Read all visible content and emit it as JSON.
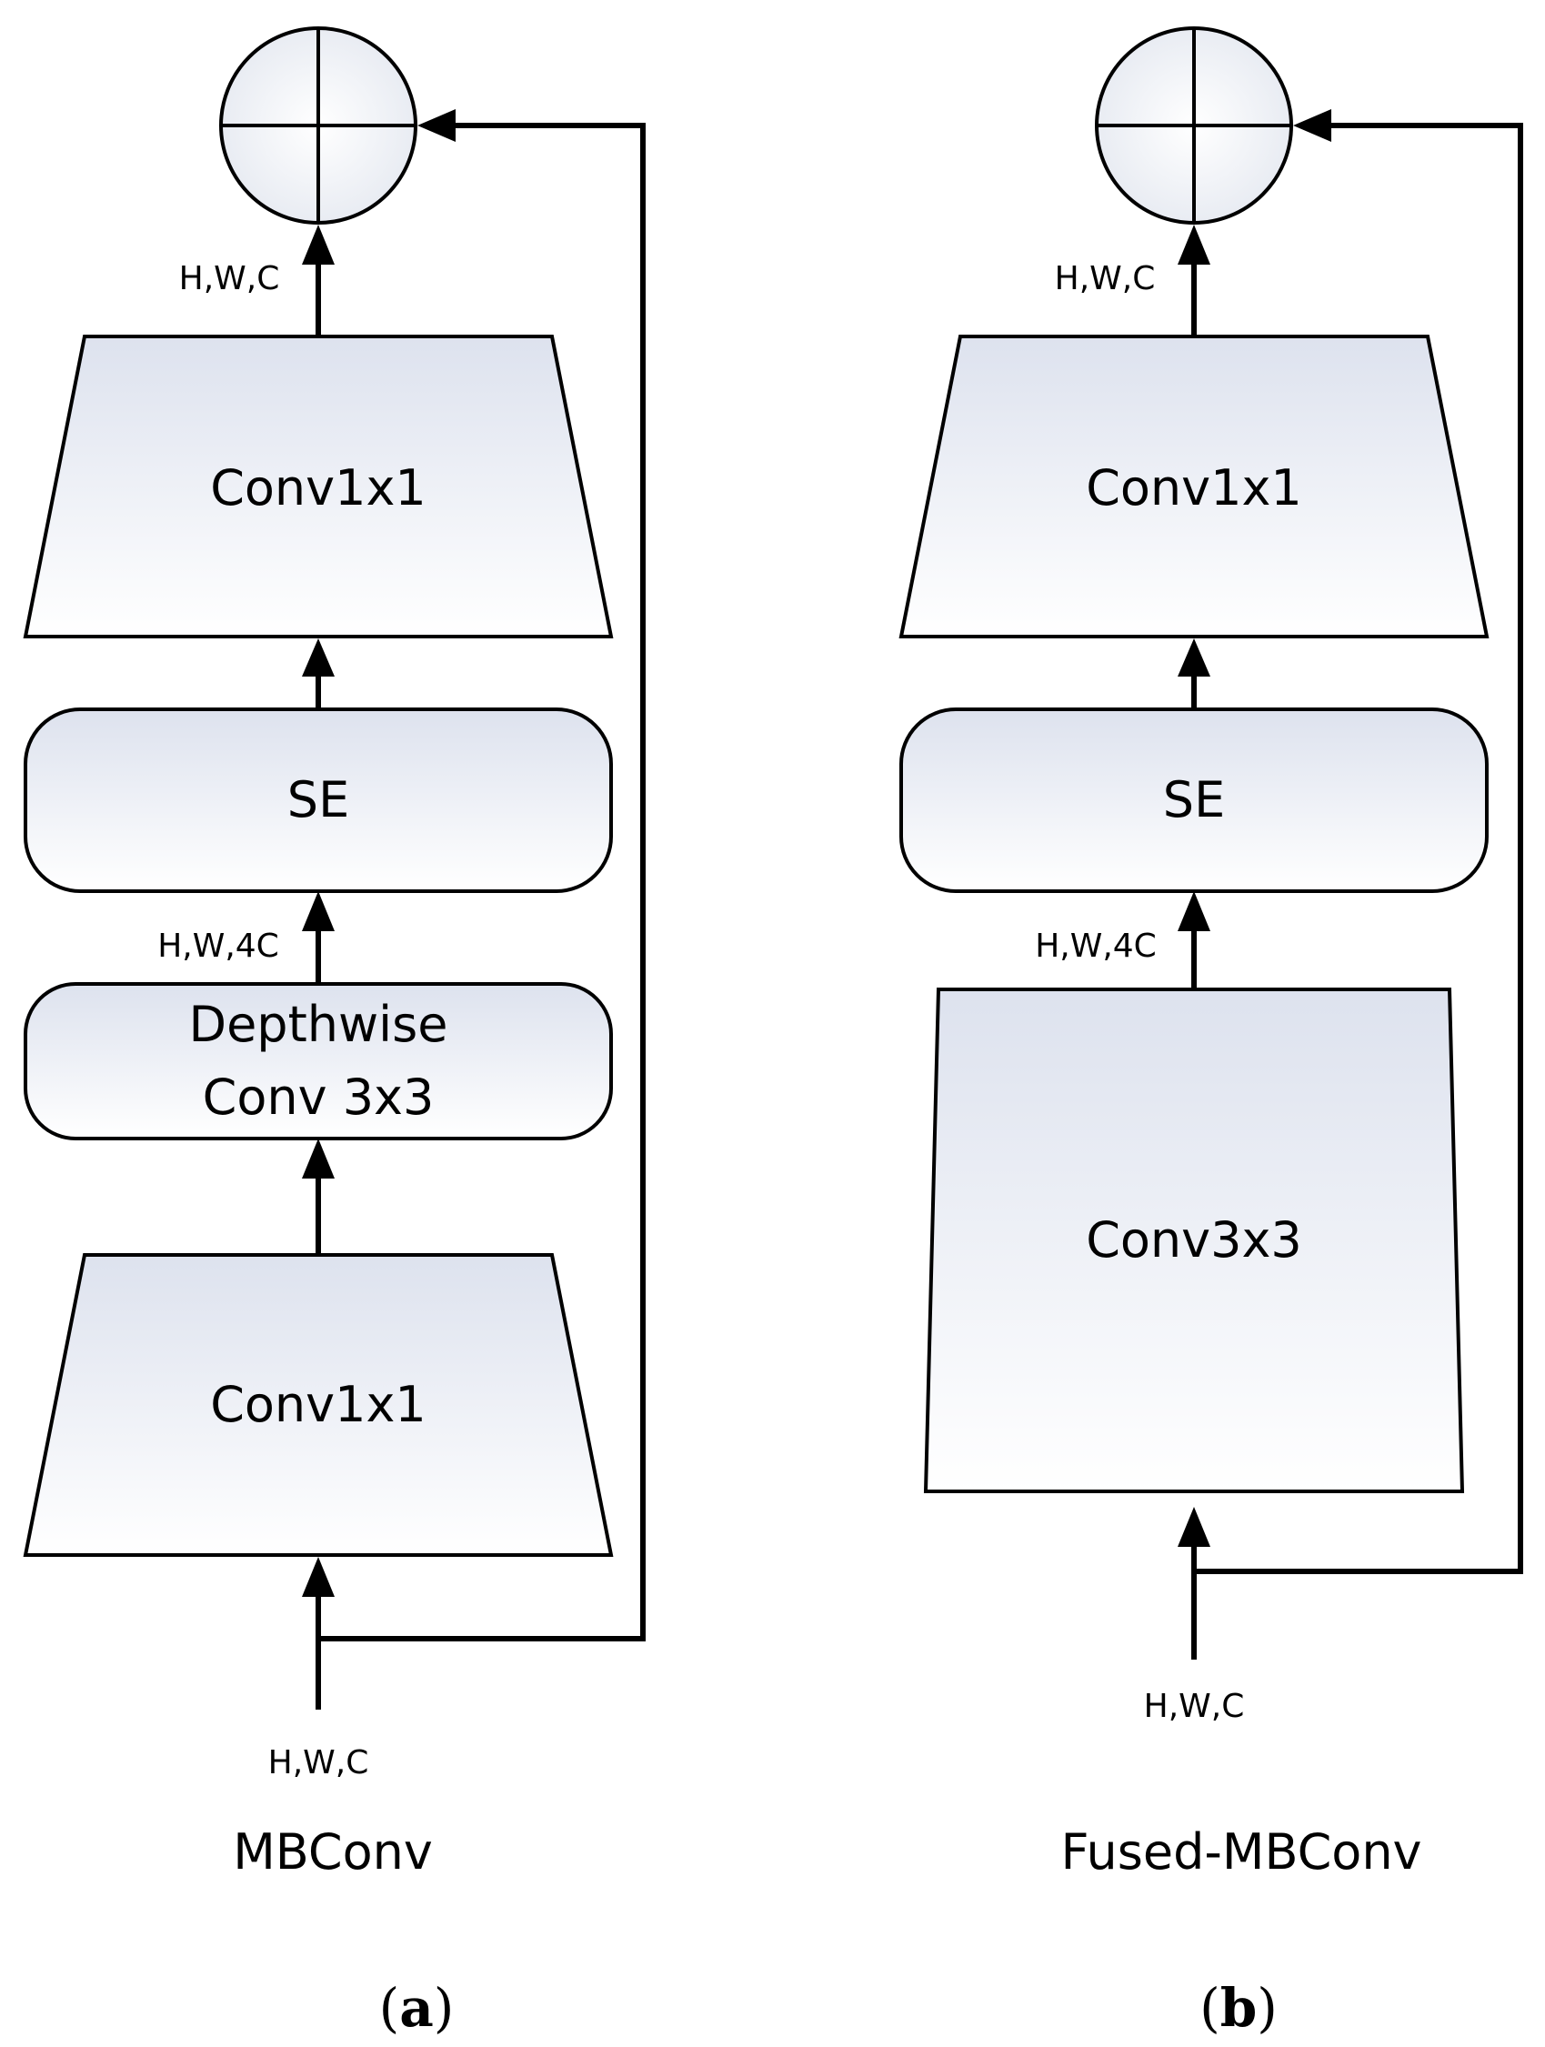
{
  "panel_a": {
    "name": "MBConv",
    "tag_open": "(",
    "tag_letter": "a",
    "tag_close": ")",
    "blocks": {
      "conv1x1_top": "Conv1x1",
      "se": "SE",
      "depthwise_line1": "Depthwise",
      "depthwise_line2": "Conv 3x3",
      "conv1x1_bottom": "Conv1x1"
    },
    "dims": {
      "output": "H,W,C",
      "expanded": "H,W,4C",
      "input": "H,W,C"
    }
  },
  "panel_b": {
    "name": "Fused-MBConv",
    "tag_open": "(",
    "tag_letter": "b",
    "tag_close": ")",
    "blocks": {
      "conv1x1_top": "Conv1x1",
      "se": "SE",
      "conv3x3": "Conv3x3"
    },
    "dims": {
      "output": "H,W,C",
      "expanded": "H,W,4C",
      "input": "H,W,C"
    }
  },
  "colors": {
    "block_fill_top": "#dde2ee",
    "block_fill_bottom": "#ffffff",
    "stroke": "#000000"
  }
}
